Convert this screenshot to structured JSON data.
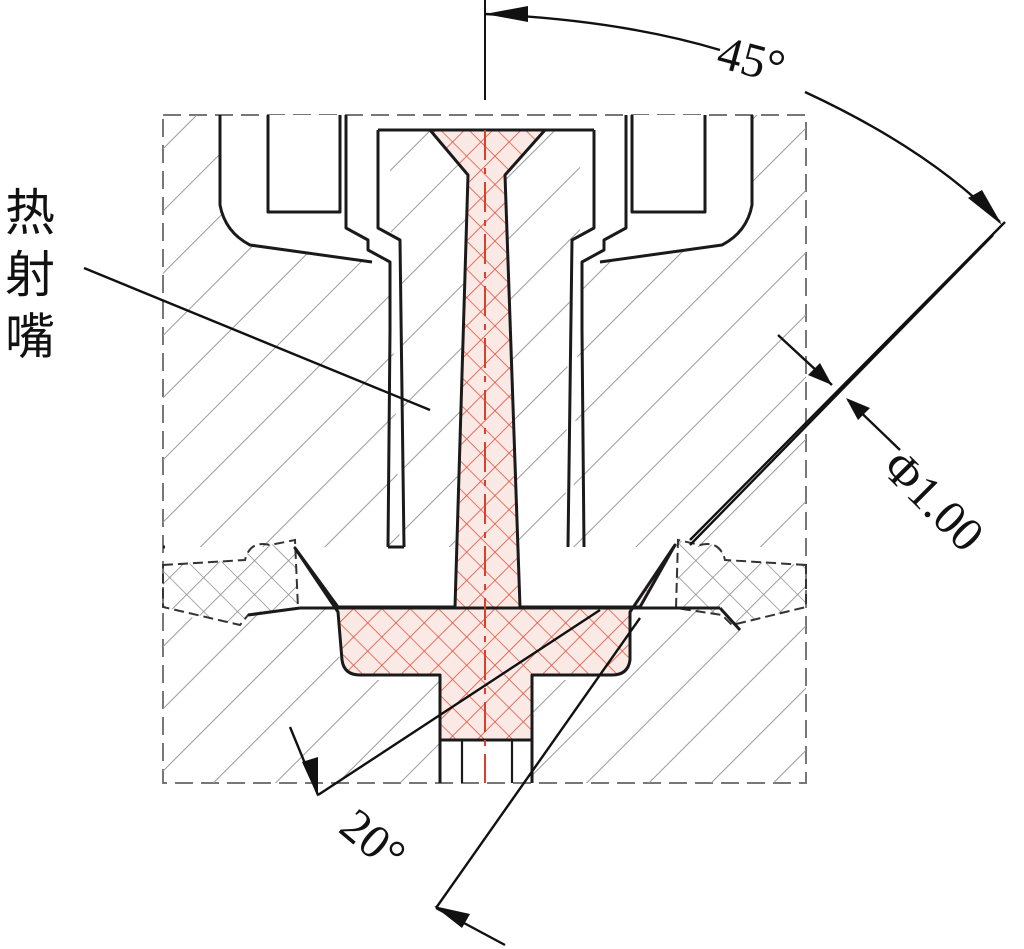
{
  "labels": {
    "hot_nozzle_char1": "热",
    "hot_nozzle_char2": "射",
    "hot_nozzle_char3": "嘴",
    "angle_top": "45°",
    "angle_bottom": "20°",
    "diameter": "Φ1.00"
  },
  "colors": {
    "line": "#1a1a1a",
    "hatch_gray": "#8c8c8c",
    "melt_red": "#e0503c",
    "melt_fill": "#f2d6cf"
  }
}
